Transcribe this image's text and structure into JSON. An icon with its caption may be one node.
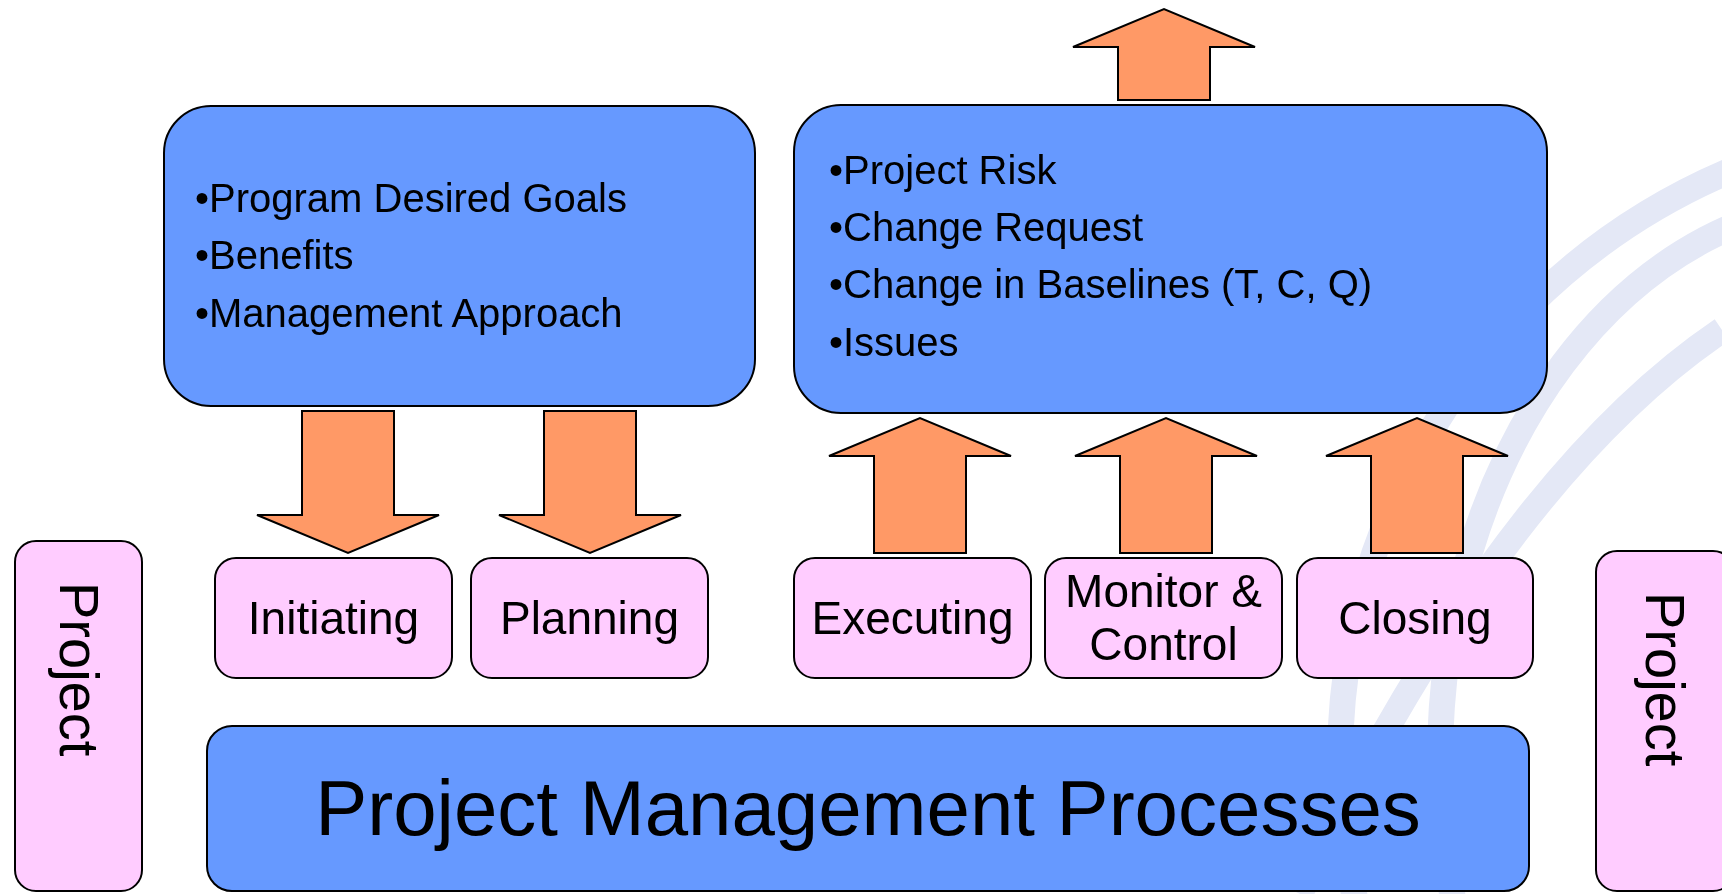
{
  "diagram": {
    "nodes": [
      {
        "text": [
          "•Program Desired Goals",
          "•Benefits",
          "•Management Approach"
        ]
      },
      {
        "text": [
          "•Project Risk",
          "•Change Request",
          "•Change in Baselines (T, C, Q)",
          "•Issues"
        ]
      },
      {
        "text": [
          "Initiating"
        ]
      },
      {
        "text": [
          "Planning"
        ]
      },
      {
        "text": [
          "Executing"
        ]
      },
      {
        "text": [
          "Monitor & Control"
        ]
      },
      {
        "text": [
          "Closing"
        ]
      },
      {
        "text": [
          "Project Management Processes"
        ]
      },
      {
        "text": [
          "Project"
        ]
      },
      {
        "text": [
          "Project"
        ]
      }
    ],
    "edges": [
      {
        "from": 0,
        "to": 2,
        "arrow": "to"
      },
      {
        "from": 0,
        "to": 3,
        "arrow": "to"
      },
      {
        "from": 4,
        "to": 1,
        "arrow": "to"
      },
      {
        "from": 5,
        "to": 1,
        "arrow": "to"
      },
      {
        "from": 6,
        "to": 1,
        "arrow": "to"
      },
      {
        "from": 1,
        "to": null,
        "arrow": "to"
      }
    ]
  }
}
